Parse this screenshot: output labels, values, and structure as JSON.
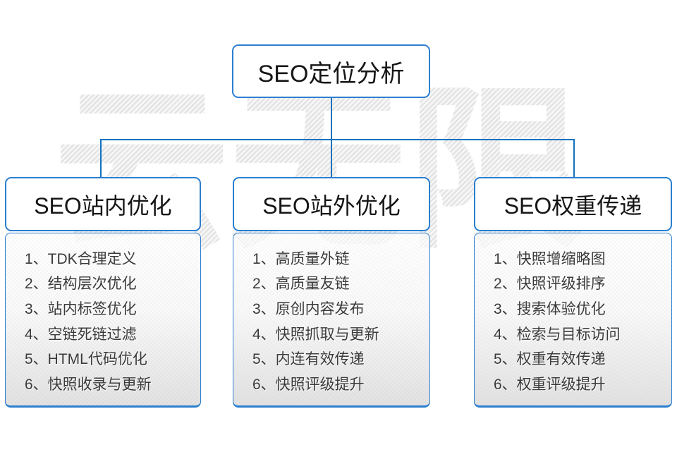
{
  "watermark": {
    "text": "云无限"
  },
  "root": {
    "title": "SEO定位分析"
  },
  "colors": {
    "box_border": "#2b7fd0",
    "connector": "#1272bf",
    "list_text": "#3a3a3a",
    "watermark": "#e9e9e9"
  },
  "columns": [
    {
      "title": "SEO站内优化",
      "items": [
        "1、TDK合理定义",
        "2、结构层次优化",
        "3、站内标签优化",
        "4、空链死链过滤",
        "5、HTML代码优化",
        "6、快照收录与更新"
      ]
    },
    {
      "title": "SEO站外优化",
      "items": [
        "1、高质量外链",
        "2、高质量友链",
        "3、原创内容发布",
        "4、快照抓取与更新",
        "5、内连有效传递",
        "6、快照评级提升"
      ]
    },
    {
      "title": "SEO权重传递",
      "items": [
        "1、快照增缩略图",
        "2、快照评级排序",
        "3、搜索体验优化",
        "4、检索与目标访问",
        "5、权重有效传递",
        "6、权重评级提升"
      ]
    }
  ]
}
